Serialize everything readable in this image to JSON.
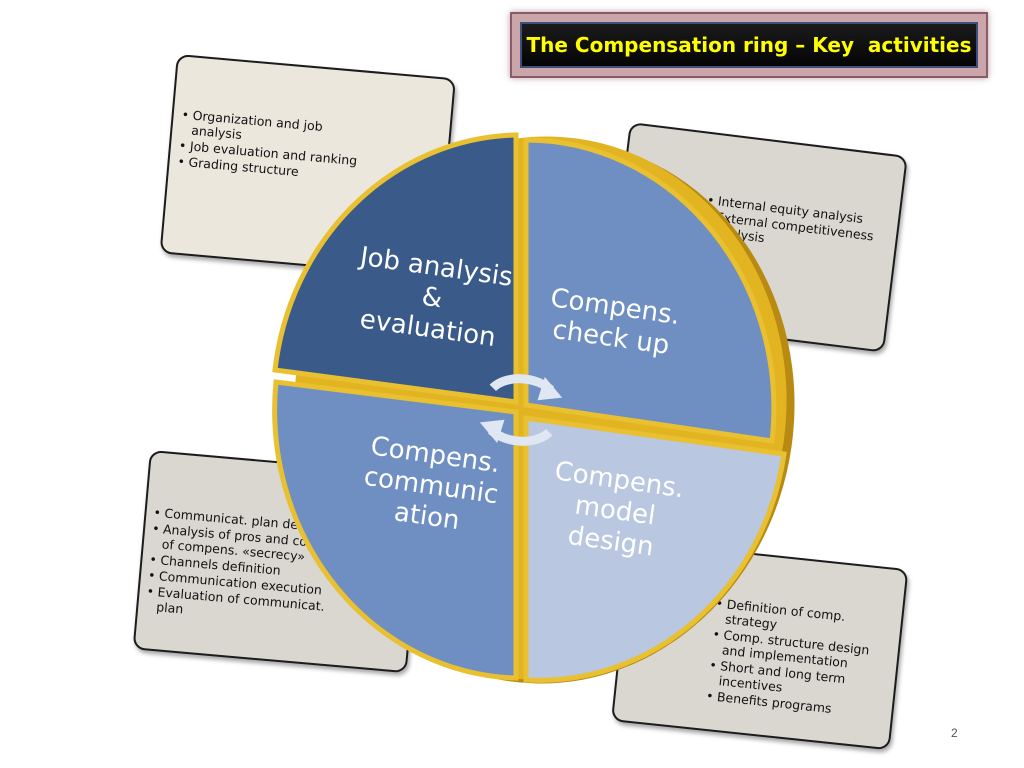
{
  "title": "The Compensation ring – Key  activities",
  "quadrants": {
    "q1": "Job analysis & evaluation",
    "q2": "Compens. check up",
    "q3": "Compens. communic ation",
    "q4": "Compens. model design"
  },
  "cards": {
    "top_left": [
      "Organization and job analysis",
      "Job evaluation and ranking",
      "Grading structure"
    ],
    "top_right": [
      "Internal equity analysis",
      "External  competitiveness analysis"
    ],
    "bottom_left": [
      "Communicat. plan design",
      "Analysis of pros and cons of compens. «secrecy»",
      "Channels definition",
      "Communication execution",
      "Evaluation of communicat. plan"
    ],
    "bottom_right": [
      "Definition of comp. strategy",
      "Comp. structure  design and implementation",
      "Short and long term incentives",
      "Benefits programs"
    ]
  },
  "page_number": "2",
  "colors": {
    "q1": "#3a5a8a",
    "q2": "#6f8fc3",
    "q3": "#6f8fc3",
    "q4": "#b9c7e0",
    "ring_rim": "#e2b422",
    "title_text": "#ffff00"
  }
}
